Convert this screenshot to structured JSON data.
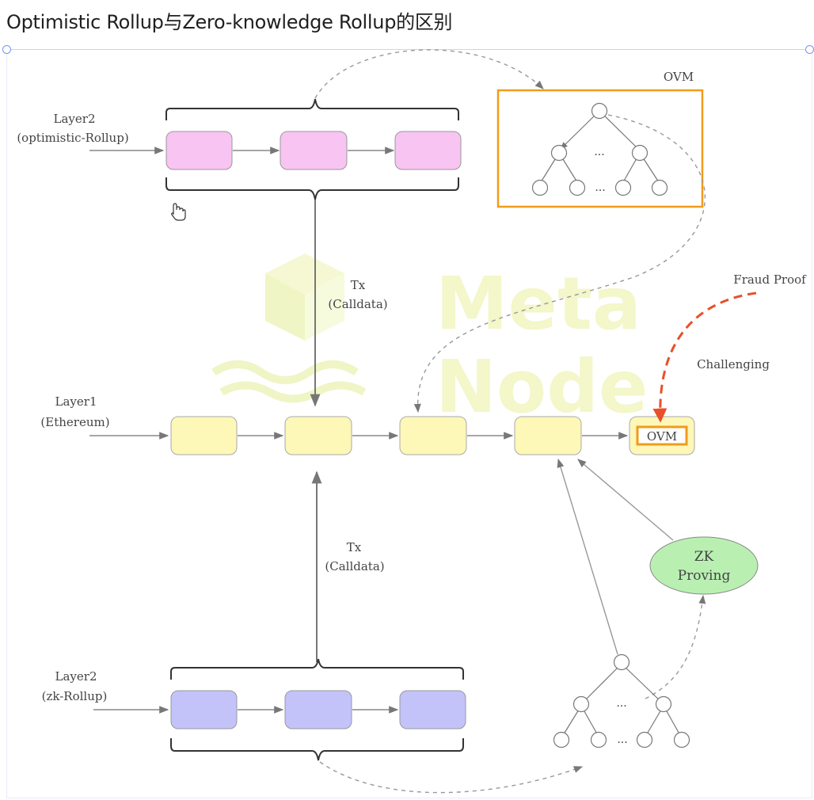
{
  "title": "Optimistic Rollup与Zero-knowledge Rollup的区别",
  "watermark": {
    "line1": "Meta",
    "line2": "Node"
  },
  "layer2_optimistic": {
    "name": "Layer2",
    "subtitle": "(optimistic-Rollup)"
  },
  "layer1": {
    "name": "Layer1",
    "subtitle": "(Ethereum)"
  },
  "layer2_zk": {
    "name": "Layer2",
    "subtitle": "(zk-Rollup)"
  },
  "tx_top": {
    "line1": "Tx",
    "line2": "(Calldata)"
  },
  "tx_bottom": {
    "line1": "Tx",
    "line2": "(Calldata)"
  },
  "ovm_box_label": "OVM",
  "ovm_block_label": "OVM",
  "fraud_proof": "Fraud Proof",
  "challenging": "Challenging",
  "zk_proving": {
    "line1": "ZK",
    "line2": "Proving"
  },
  "tree_ellipsis": "...",
  "colors": {
    "optimistic_block": "#f8c4f2",
    "layer1_block": "#fdf7b8",
    "zk_block": "#c3c3fa",
    "ovm_border": "#f19b1a",
    "fraud_arrow": "#e8502a",
    "zk_ellipse": "#b9f0b2",
    "watermark": "#f2f7c4"
  }
}
